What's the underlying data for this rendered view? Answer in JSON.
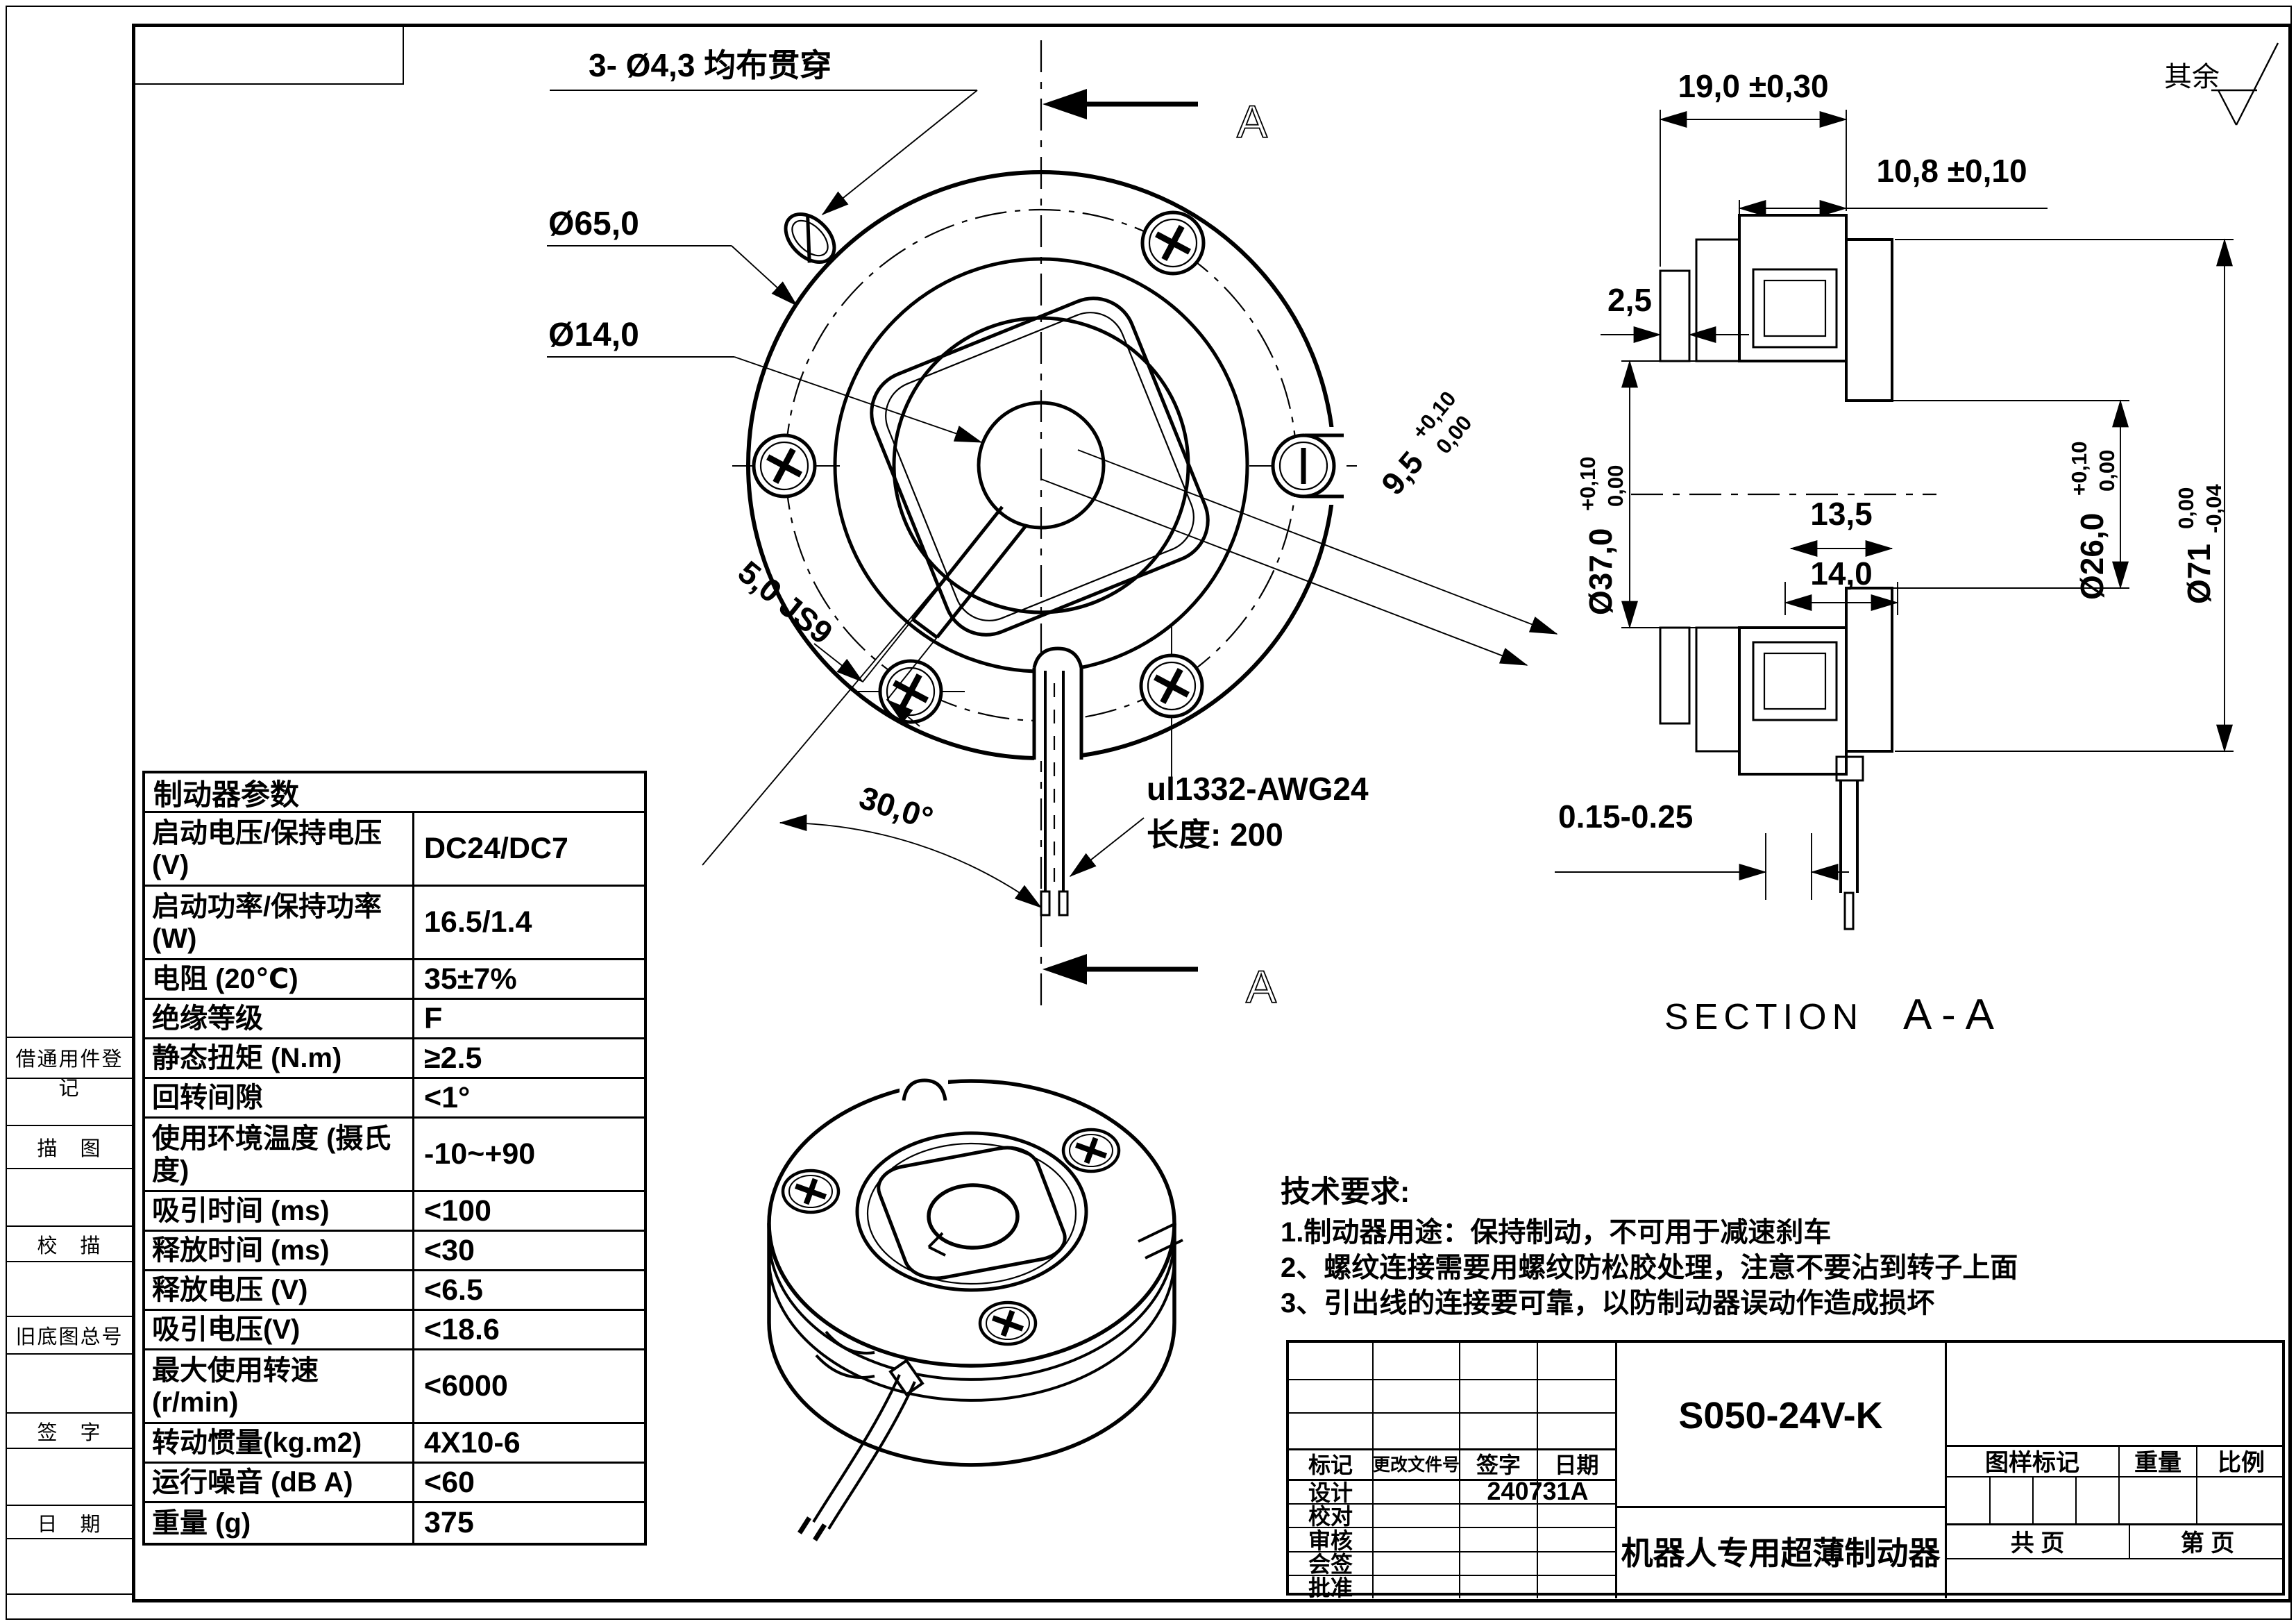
{
  "sheet": {
    "surface_note": "其余",
    "section_caption": "SECTION",
    "section_caption_id": "A - A",
    "section_letter": "A"
  },
  "front_view": {
    "holes_note": "3- Ø4,3 均布贯穿",
    "outer_dia": "Ø65,0",
    "bore_dia": "Ø14,0",
    "keyway": "5,0 JS9",
    "key_depth": "9,5",
    "key_depth_tol_up": "+0,10",
    "key_depth_tol_dn": "0,00",
    "angle": "30,0°",
    "wire_spec": "ul1332-AWG24",
    "wire_length": "长度: 200"
  },
  "section_view": {
    "total_width": "19,0 ±0,30",
    "hub_width": "10,8 ±0,10",
    "plate_thickness": "2,5",
    "bore_depth1": "13,5",
    "bore_depth2": "14,0",
    "dia37": "Ø37,0",
    "dia37_up": "+0,10",
    "dia37_dn": "0,00",
    "dia26": "Ø26,0",
    "dia26_up": "+0,10",
    "dia26_dn": "0,00",
    "dia71": "Ø71",
    "dia71_up": "0,00",
    "dia71_dn": "-0,04",
    "air_gap": "0.15-0.25"
  },
  "param_table": {
    "title": "制动器参数",
    "rows": [
      {
        "label": "启动电压/保持电压 (V)",
        "value": "DC24/DC7"
      },
      {
        "label": "启动功率/保持功率 (W)",
        "value": "16.5/1.4"
      },
      {
        "label": "电阻 (20℃)",
        "value": "35±7%"
      },
      {
        "label": "绝缘等级",
        "value": "F"
      },
      {
        "label": "静态扭矩 (N.m)",
        "value": "≥2.5"
      },
      {
        "label": "回转间隙",
        "value": "<1°"
      },
      {
        "label": "使用环境温度 (摄氏度)",
        "value": "-10~+90"
      },
      {
        "label": "吸引时间 (ms)",
        "value": "<100"
      },
      {
        "label": "释放时间 (ms)",
        "value": "<30"
      },
      {
        "label": "释放电压 (V)",
        "value": "<6.5"
      },
      {
        "label": "吸引电压(V)",
        "value": "<18.6"
      },
      {
        "label": "最大使用转速 (r/min)",
        "value": "<6000"
      },
      {
        "label": "转动惯量(kg.m2)",
        "value": "4X10-6"
      },
      {
        "label": "运行噪音 (dB A)",
        "value": "<60"
      },
      {
        "label": "重量 (g)",
        "value": "375"
      }
    ]
  },
  "tech_requirements": {
    "title": "技术要求:",
    "items": [
      "1.制动器用途：保持制动，不可用于减速刹车",
      "2、螺纹连接需要用螺纹防松胶处理，注意不要沾到转子上面",
      "3、引出线的连接要可靠，以防制动器误动作造成损坏"
    ]
  },
  "title_block": {
    "rev_headers": [
      "标记",
      "更改文件号",
      "签字",
      "日期"
    ],
    "approval_rows": [
      "设计",
      "校对",
      "审核",
      "会签",
      "批准"
    ],
    "design_code": "240731A",
    "part_number": "S050-24V-K",
    "part_name": "机器人专用超薄制动器",
    "mark_header": "图样标记",
    "weight_header": "重量",
    "scale_header": "比例",
    "pages_total": "共  页",
    "pages_no": "第  页"
  },
  "margin_labels": [
    "借通用件登记",
    "描　图",
    "校　描",
    "旧底图总号",
    "签　字",
    "日　期"
  ]
}
